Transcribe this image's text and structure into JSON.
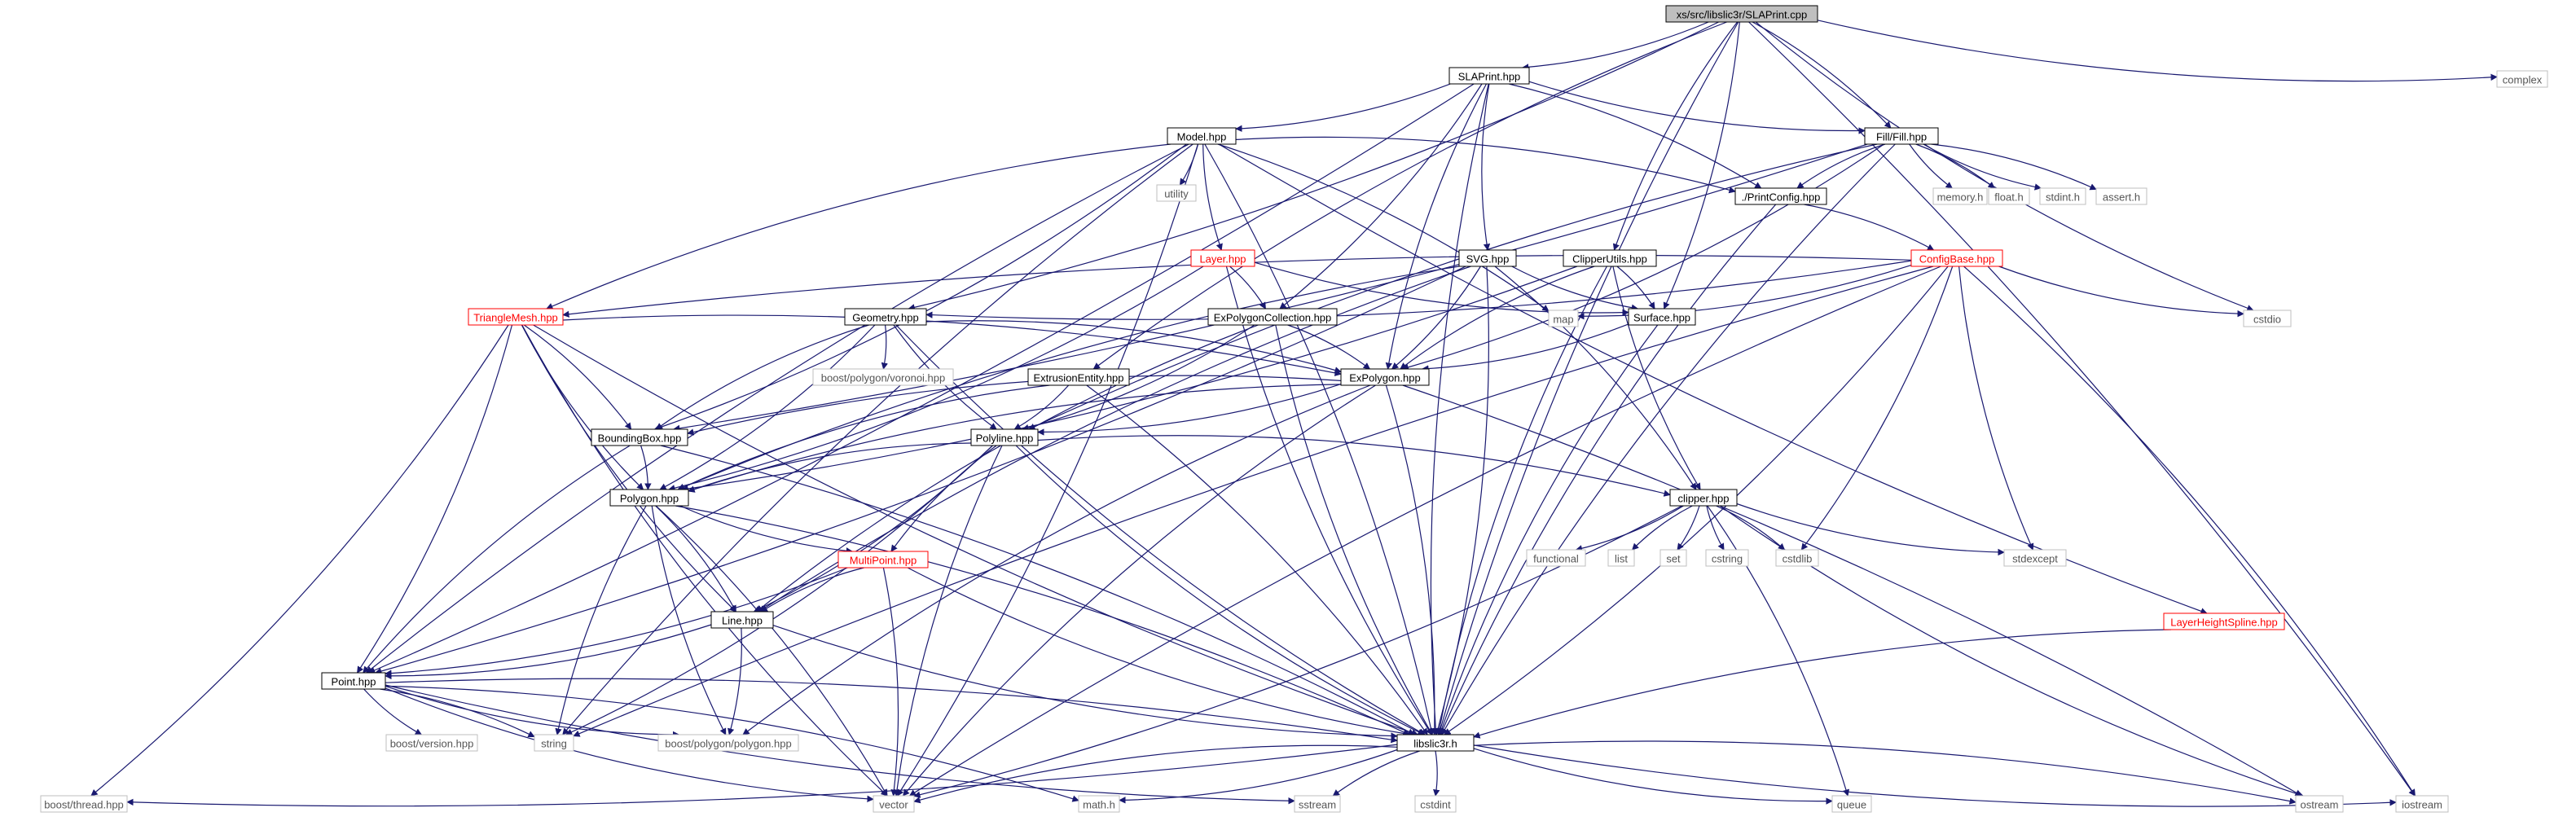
{
  "graph": {
    "title": "xs/src/libslic3r/SLAPrint.cpp",
    "style": {
      "root_fill": "#bfbfbf",
      "node_border": "#000000",
      "missing_border": "#bfbfbf",
      "truncated_border": "#ff0000",
      "truncated_text": "#ff0000",
      "edge_color": "#191970",
      "missing_text": "#555555"
    },
    "nodes": [
      {
        "id": "root",
        "label": "xs/src/libslic3r/SLAPrint.cpp",
        "kind": "root"
      },
      {
        "id": "slaprint",
        "label": "SLAPrint.hpp",
        "kind": "file"
      },
      {
        "id": "complex",
        "label": "complex",
        "kind": "system"
      },
      {
        "id": "model",
        "label": "Model.hpp",
        "kind": "file"
      },
      {
        "id": "fill",
        "label": "Fill/Fill.hpp",
        "kind": "file"
      },
      {
        "id": "utility",
        "label": "utility",
        "kind": "system"
      },
      {
        "id": "printconfig",
        "label": "./PrintConfig.hpp",
        "kind": "file"
      },
      {
        "id": "memory",
        "label": "memory.h",
        "kind": "system"
      },
      {
        "id": "float",
        "label": "float.h",
        "kind": "system"
      },
      {
        "id": "stdint",
        "label": "stdint.h",
        "kind": "system"
      },
      {
        "id": "assert",
        "label": "assert.h",
        "kind": "system"
      },
      {
        "id": "layer",
        "label": "Layer.hpp",
        "kind": "truncated"
      },
      {
        "id": "svg",
        "label": "SVG.hpp",
        "kind": "file"
      },
      {
        "id": "clipperutils",
        "label": "ClipperUtils.hpp",
        "kind": "file"
      },
      {
        "id": "configbase",
        "label": "ConfigBase.hpp",
        "kind": "truncated"
      },
      {
        "id": "map",
        "label": "map",
        "kind": "system"
      },
      {
        "id": "cstdio",
        "label": "cstdio",
        "kind": "system"
      },
      {
        "id": "trianglemesh",
        "label": "TriangleMesh.hpp",
        "kind": "truncated"
      },
      {
        "id": "geometry",
        "label": "Geometry.hpp",
        "kind": "file"
      },
      {
        "id": "expolycoll",
        "label": "ExPolygonCollection.hpp",
        "kind": "file"
      },
      {
        "id": "surface",
        "label": "Surface.hpp",
        "kind": "file"
      },
      {
        "id": "voronoi",
        "label": "boost/polygon/voronoi.hpp",
        "kind": "system"
      },
      {
        "id": "extrusion",
        "label": "ExtrusionEntity.hpp",
        "kind": "file"
      },
      {
        "id": "expolygon",
        "label": "ExPolygon.hpp",
        "kind": "file"
      },
      {
        "id": "boundingbox",
        "label": "BoundingBox.hpp",
        "kind": "file"
      },
      {
        "id": "polyline",
        "label": "Polyline.hpp",
        "kind": "file"
      },
      {
        "id": "polygon",
        "label": "Polygon.hpp",
        "kind": "file"
      },
      {
        "id": "clipper",
        "label": "clipper.hpp",
        "kind": "file"
      },
      {
        "id": "functional",
        "label": "functional",
        "kind": "system"
      },
      {
        "id": "list",
        "label": "list",
        "kind": "system"
      },
      {
        "id": "set",
        "label": "set",
        "kind": "system"
      },
      {
        "id": "cstring",
        "label": "cstring",
        "kind": "system"
      },
      {
        "id": "cstdlib",
        "label": "cstdlib",
        "kind": "system"
      },
      {
        "id": "stdexcept",
        "label": "stdexcept",
        "kind": "system"
      },
      {
        "id": "multipoint",
        "label": "MultiPoint.hpp",
        "kind": "truncated"
      },
      {
        "id": "layerheight",
        "label": "LayerHeightSpline.hpp",
        "kind": "truncated"
      },
      {
        "id": "line",
        "label": "Line.hpp",
        "kind": "file"
      },
      {
        "id": "point",
        "label": "Point.hpp",
        "kind": "file"
      },
      {
        "id": "boostversion",
        "label": "boost/version.hpp",
        "kind": "system"
      },
      {
        "id": "string",
        "label": "string",
        "kind": "system"
      },
      {
        "id": "boostpolygon",
        "label": "boost/polygon/polygon.hpp",
        "kind": "system"
      },
      {
        "id": "libslic3r",
        "label": "libslic3r.h",
        "kind": "file"
      },
      {
        "id": "boostthread",
        "label": "boost/thread.hpp",
        "kind": "system"
      },
      {
        "id": "vector",
        "label": "vector",
        "kind": "system"
      },
      {
        "id": "mathh",
        "label": "math.h",
        "kind": "system"
      },
      {
        "id": "sstream",
        "label": "sstream",
        "kind": "system"
      },
      {
        "id": "cstdint",
        "label": "cstdint",
        "kind": "system"
      },
      {
        "id": "queue",
        "label": "queue",
        "kind": "system"
      },
      {
        "id": "ostream",
        "label": "ostream",
        "kind": "system"
      },
      {
        "id": "iostream",
        "label": "iostream",
        "kind": "system"
      }
    ],
    "edges": [
      [
        "root",
        "slaprint"
      ],
      [
        "root",
        "complex"
      ],
      [
        "root",
        "fill"
      ],
      [
        "root",
        "clipperutils"
      ],
      [
        "root",
        "surface"
      ],
      [
        "root",
        "cstdio"
      ],
      [
        "root",
        "iostream"
      ],
      [
        "root",
        "libslic3r"
      ],
      [
        "root",
        "geometry"
      ],
      [
        "root",
        "extrusion"
      ],
      [
        "slaprint",
        "model"
      ],
      [
        "slaprint",
        "fill"
      ],
      [
        "slaprint",
        "printconfig"
      ],
      [
        "slaprint",
        "svg"
      ],
      [
        "slaprint",
        "expolycoll"
      ],
      [
        "slaprint",
        "expolygon"
      ],
      [
        "slaprint",
        "point"
      ],
      [
        "slaprint",
        "libslic3r"
      ],
      [
        "model",
        "utility"
      ],
      [
        "model",
        "layer"
      ],
      [
        "model",
        "printconfig"
      ],
      [
        "model",
        "trianglemesh"
      ],
      [
        "model",
        "boundingbox"
      ],
      [
        "model",
        "point"
      ],
      [
        "model",
        "map"
      ],
      [
        "model",
        "layerheight"
      ],
      [
        "model",
        "vector"
      ],
      [
        "model",
        "string"
      ],
      [
        "model",
        "libslic3r"
      ],
      [
        "fill",
        "memory"
      ],
      [
        "fill",
        "float"
      ],
      [
        "fill",
        "stdint"
      ],
      [
        "fill",
        "assert"
      ],
      [
        "fill",
        "printconfig"
      ],
      [
        "fill",
        "expolygon"
      ],
      [
        "fill",
        "polyline"
      ],
      [
        "fill",
        "boundingbox"
      ],
      [
        "fill",
        "libslic3r"
      ],
      [
        "printconfig",
        "configbase"
      ],
      [
        "printconfig",
        "libslic3r"
      ],
      [
        "layer",
        "expolycoll"
      ],
      [
        "layer",
        "surface"
      ],
      [
        "layer",
        "polygon"
      ],
      [
        "layer",
        "libslic3r"
      ],
      [
        "svg",
        "expolygon"
      ],
      [
        "svg",
        "surface"
      ],
      [
        "svg",
        "clipper"
      ],
      [
        "svg",
        "line"
      ],
      [
        "svg",
        "libslic3r"
      ],
      [
        "svg",
        "polygon"
      ],
      [
        "svg",
        "point"
      ],
      [
        "clipperutils",
        "expolygon"
      ],
      [
        "clipperutils",
        "surface"
      ],
      [
        "clipperutils",
        "clipper"
      ],
      [
        "clipperutils",
        "polygon"
      ],
      [
        "clipperutils",
        "libslic3r"
      ],
      [
        "configbase",
        "map"
      ],
      [
        "configbase",
        "cstdio"
      ],
      [
        "configbase",
        "cstdlib"
      ],
      [
        "configbase",
        "stdexcept"
      ],
      [
        "configbase",
        "iostream"
      ],
      [
        "configbase",
        "vector"
      ],
      [
        "configbase",
        "geometry"
      ],
      [
        "configbase",
        "trianglemesh"
      ],
      [
        "configbase",
        "libslic3r"
      ],
      [
        "configbase",
        "string"
      ],
      [
        "trianglemesh",
        "point"
      ],
      [
        "trianglemesh",
        "polygon"
      ],
      [
        "trianglemesh",
        "boundingbox"
      ],
      [
        "trianglemesh",
        "line"
      ],
      [
        "trianglemesh",
        "expolygon"
      ],
      [
        "trianglemesh",
        "libslic3r"
      ],
      [
        "trianglemesh",
        "boostthread"
      ],
      [
        "trianglemesh",
        "vector"
      ],
      [
        "geometry",
        "voronoi"
      ],
      [
        "geometry",
        "boundingbox"
      ],
      [
        "geometry",
        "polygon"
      ],
      [
        "geometry",
        "polyline"
      ],
      [
        "geometry",
        "expolygon"
      ],
      [
        "geometry",
        "libslic3r"
      ],
      [
        "expolycoll",
        "expolygon"
      ],
      [
        "expolycoll",
        "line"
      ],
      [
        "expolycoll",
        "polyline"
      ],
      [
        "expolycoll",
        "libslic3r"
      ],
      [
        "surface",
        "expolygon"
      ],
      [
        "surface",
        "libslic3r"
      ],
      [
        "extrusion",
        "polyline"
      ],
      [
        "extrusion",
        "polygon"
      ],
      [
        "extrusion",
        "libslic3r"
      ],
      [
        "expolygon",
        "polygon"
      ],
      [
        "expolygon",
        "polyline"
      ],
      [
        "expolygon",
        "boundingbox"
      ],
      [
        "expolygon",
        "libslic3r"
      ],
      [
        "expolygon",
        "vector"
      ],
      [
        "expolygon",
        "ostream"
      ],
      [
        "expolygon",
        "boostpolygon"
      ],
      [
        "boundingbox",
        "polygon"
      ],
      [
        "boundingbox",
        "point"
      ],
      [
        "boundingbox",
        "libslic3r"
      ],
      [
        "polyline",
        "polygon"
      ],
      [
        "polyline",
        "line"
      ],
      [
        "polyline",
        "multipoint"
      ],
      [
        "polyline",
        "clipper"
      ],
      [
        "polyline",
        "libslic3r"
      ],
      [
        "polyline",
        "string"
      ],
      [
        "polyline",
        "vector"
      ],
      [
        "polygon",
        "line"
      ],
      [
        "polygon",
        "multipoint"
      ],
      [
        "polygon",
        "libslic3r"
      ],
      [
        "polygon",
        "string"
      ],
      [
        "polygon",
        "vector"
      ],
      [
        "polygon",
        "boostpolygon"
      ],
      [
        "clipper",
        "functional"
      ],
      [
        "clipper",
        "list"
      ],
      [
        "clipper",
        "set"
      ],
      [
        "clipper",
        "cstring"
      ],
      [
        "clipper",
        "cstdlib"
      ],
      [
        "clipper",
        "stdexcept"
      ],
      [
        "clipper",
        "queue"
      ],
      [
        "clipper",
        "ostream"
      ],
      [
        "clipper",
        "vector"
      ],
      [
        "multipoint",
        "line"
      ],
      [
        "multipoint",
        "point"
      ],
      [
        "multipoint",
        "libslic3r"
      ],
      [
        "multipoint",
        "vector"
      ],
      [
        "layerheight",
        "libslic3r"
      ],
      [
        "line",
        "point"
      ],
      [
        "line",
        "libslic3r"
      ],
      [
        "line",
        "boostpolygon"
      ],
      [
        "point",
        "boostversion"
      ],
      [
        "point",
        "string"
      ],
      [
        "point",
        "boostpolygon"
      ],
      [
        "point",
        "libslic3r"
      ],
      [
        "point",
        "vector"
      ],
      [
        "point",
        "mathh"
      ],
      [
        "point",
        "sstream"
      ],
      [
        "libslic3r",
        "boostthread"
      ],
      [
        "libslic3r",
        "vector"
      ],
      [
        "libslic3r",
        "mathh"
      ],
      [
        "libslic3r",
        "sstream"
      ],
      [
        "libslic3r",
        "cstdint"
      ],
      [
        "libslic3r",
        "queue"
      ],
      [
        "libslic3r",
        "ostream"
      ],
      [
        "libslic3r",
        "iostream"
      ]
    ]
  }
}
